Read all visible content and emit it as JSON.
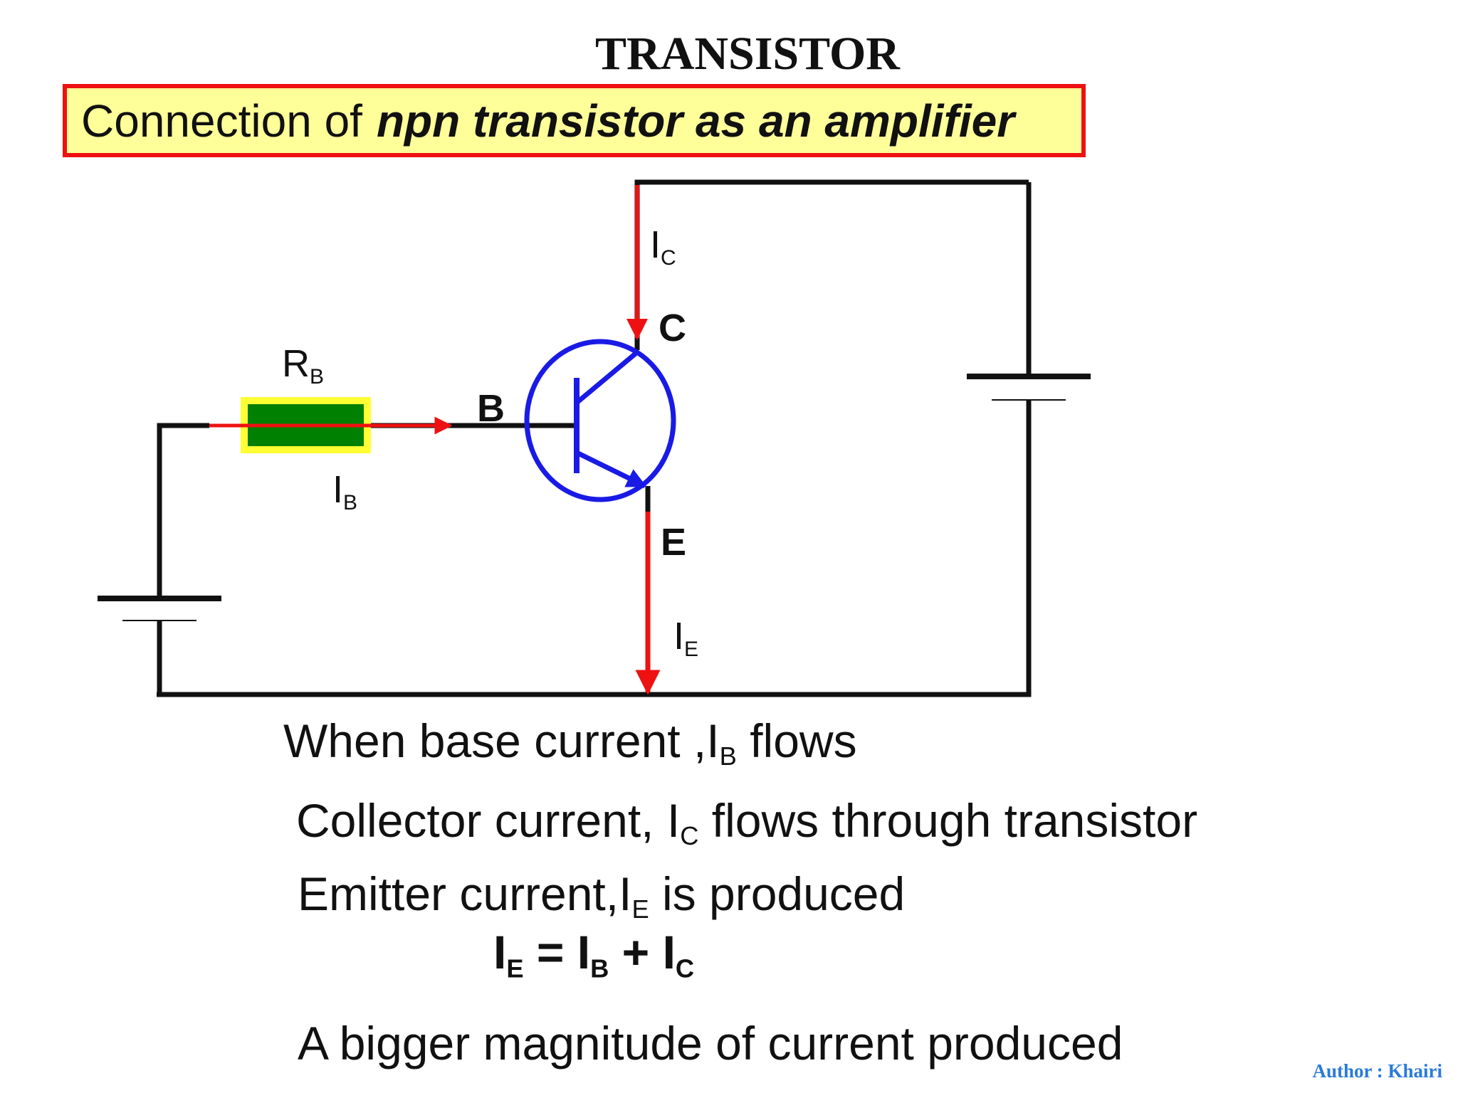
{
  "title": "TRANSISTOR",
  "subtitle": {
    "plain": "Connection of",
    "emphasis": "npn transistor as an amplifier"
  },
  "circuit": {
    "rb": {
      "main": "R",
      "sub": "B"
    },
    "ib": {
      "main": "I",
      "sub": "B"
    },
    "ic": {
      "main": "I",
      "sub": "C"
    },
    "ie": {
      "main": "I",
      "sub": "E"
    },
    "terminal_b": "B",
    "terminal_c": "C",
    "terminal_e": "E",
    "colors": {
      "wire": "#111111",
      "current": "#ee1111",
      "transistor": "#1a1ae6",
      "resistor_fill": "#008000",
      "resistor_border": "#ffff33"
    }
  },
  "text": {
    "line1": {
      "pre": "When base current ,I",
      "sub": "B",
      "post": " flows"
    },
    "line2": {
      "pre": "Collector current, I",
      "sub": "C",
      "post": " flows through transistor"
    },
    "line3": {
      "pre": "Emitter current,I",
      "sub": "E",
      "post": " is produced"
    },
    "formula": {
      "a": "I",
      "a_sub": "E",
      "eq": " = ",
      "b": "I",
      "b_sub": "B",
      "plus": " + ",
      "c": "I",
      "c_sub": "C"
    },
    "line4": "A bigger magnitude of current produced"
  },
  "author": "Author : Khairi"
}
